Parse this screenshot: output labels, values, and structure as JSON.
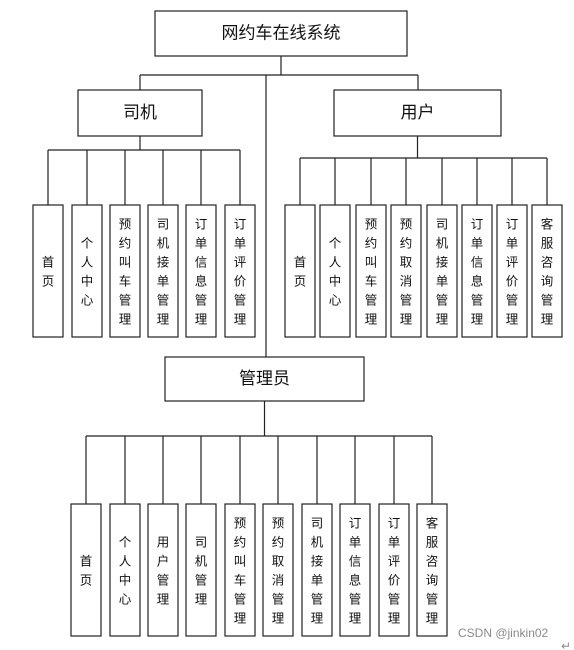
{
  "root": {
    "label": "网约车在线系统"
  },
  "groups": {
    "driver": {
      "label": "司机",
      "items": [
        "首页",
        "个人中心",
        "预约叫车管理",
        "司机接单管理",
        "订单信息管理",
        "订单评价管理"
      ]
    },
    "user": {
      "label": "用户",
      "items": [
        "首页",
        "个人中心",
        "预约叫车管理",
        "预约取消管理",
        "司机接单管理",
        "订单信息管理",
        "订单评价管理",
        "客服咨询管理"
      ]
    },
    "admin": {
      "label": "管理员",
      "items": [
        "首页",
        "个人中心",
        "用户管理",
        "司机管理",
        "预约叫车管理",
        "预约取消管理",
        "司机接单管理",
        "订单信息管理",
        "订单评价管理",
        "客服咨询管理"
      ]
    }
  },
  "watermark": "CSDN @jinkin02",
  "return_mark": "↵"
}
